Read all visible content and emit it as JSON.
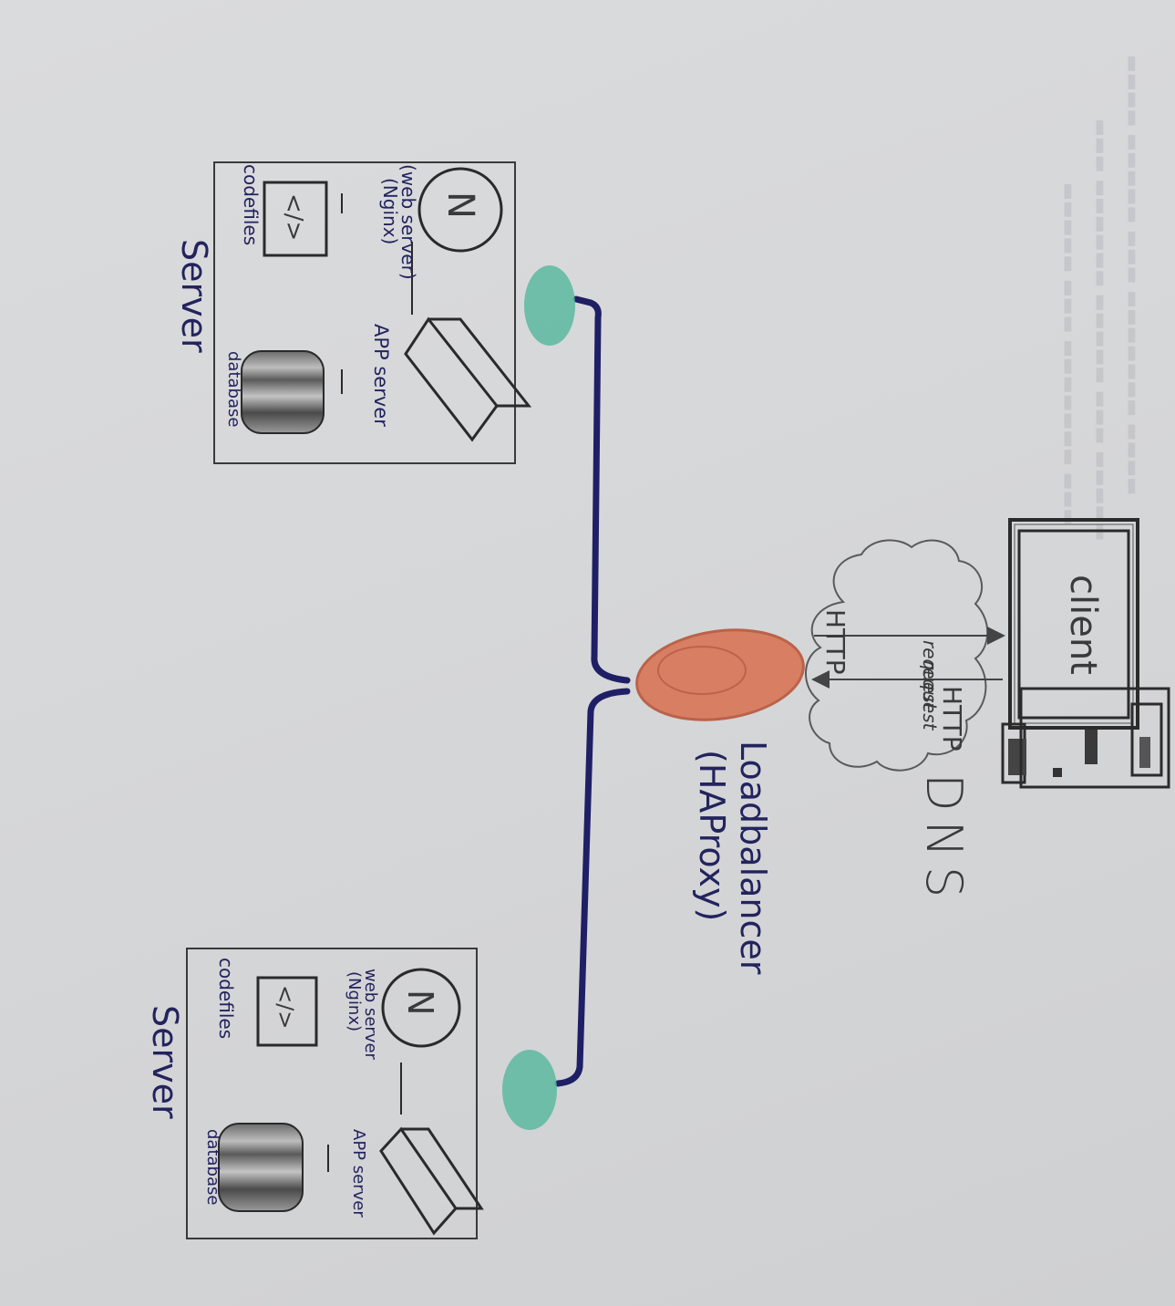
{
  "client": {
    "label": "client"
  },
  "dns": {
    "label": "DNS",
    "http_top": "HTTP",
    "request_1": "request",
    "request_2": "request",
    "http_bottom": "HTTP"
  },
  "load_balancer": {
    "label_line1": "Loadbalancer",
    "label_line2": "(HAProxy)",
    "color": "#d9785a"
  },
  "servers": [
    {
      "title": "Server",
      "web_server_line1": "(web server)",
      "web_server_line2": "(Nginx)",
      "nginx_letter": "N",
      "app_server": "APP server",
      "code_files": "codefiles",
      "code_symbol": "</>",
      "database": "database",
      "node_color": "#5cb8a0"
    },
    {
      "title": "Server",
      "web_server_line1": "web server",
      "web_server_line2": "(Nginx)",
      "nginx_letter": "N",
      "app_server": "APP server",
      "code_files": "codefiles",
      "code_symbol": "</>",
      "database": "database",
      "node_color": "#5cb8a0"
    }
  ],
  "connector_color": "#1f1f66"
}
